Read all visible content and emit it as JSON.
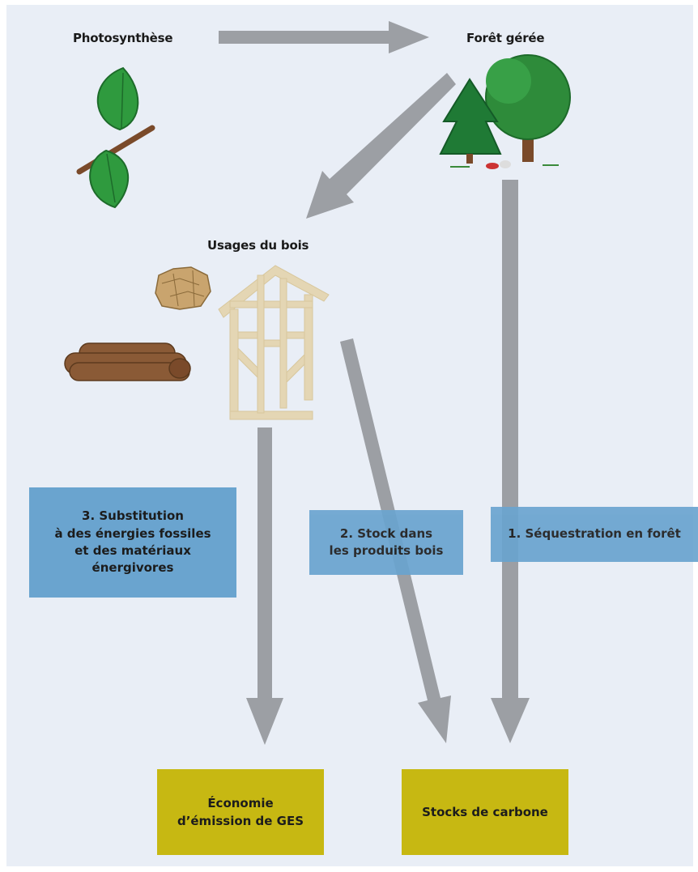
{
  "nodes": {
    "photosynthese": "Photosynthèse",
    "foret": "Forêt gérée",
    "usages": "Usages du bois"
  },
  "boxes": {
    "substitution": [
      "3. Substitution",
      "à des énergies fossiles",
      "et des matériaux",
      "énergivores"
    ],
    "stock": [
      "2. Stock dans",
      "les produits bois"
    ],
    "sequestration": [
      "1. Séquestration en forêt"
    ],
    "economie": [
      "Économie",
      "d’émission de GES"
    ],
    "stocks_carbone": [
      "Stocks de carbone"
    ]
  },
  "colors": {
    "background": "#e9eef6",
    "arrow": "#9c9fa4",
    "blue_box": "#6aa4cf",
    "yellow_box": "#c7b812",
    "leaf": "#2f9a3e",
    "tree": "#2e8b3a",
    "wood_frame": "#e4d6b4",
    "logs": "#8a5a36",
    "chips": "#c9a46e"
  },
  "icons": [
    "leaves-icon",
    "forest-icon",
    "wood-frame-house-icon",
    "wood-chips-icon",
    "log-pile-icon"
  ]
}
